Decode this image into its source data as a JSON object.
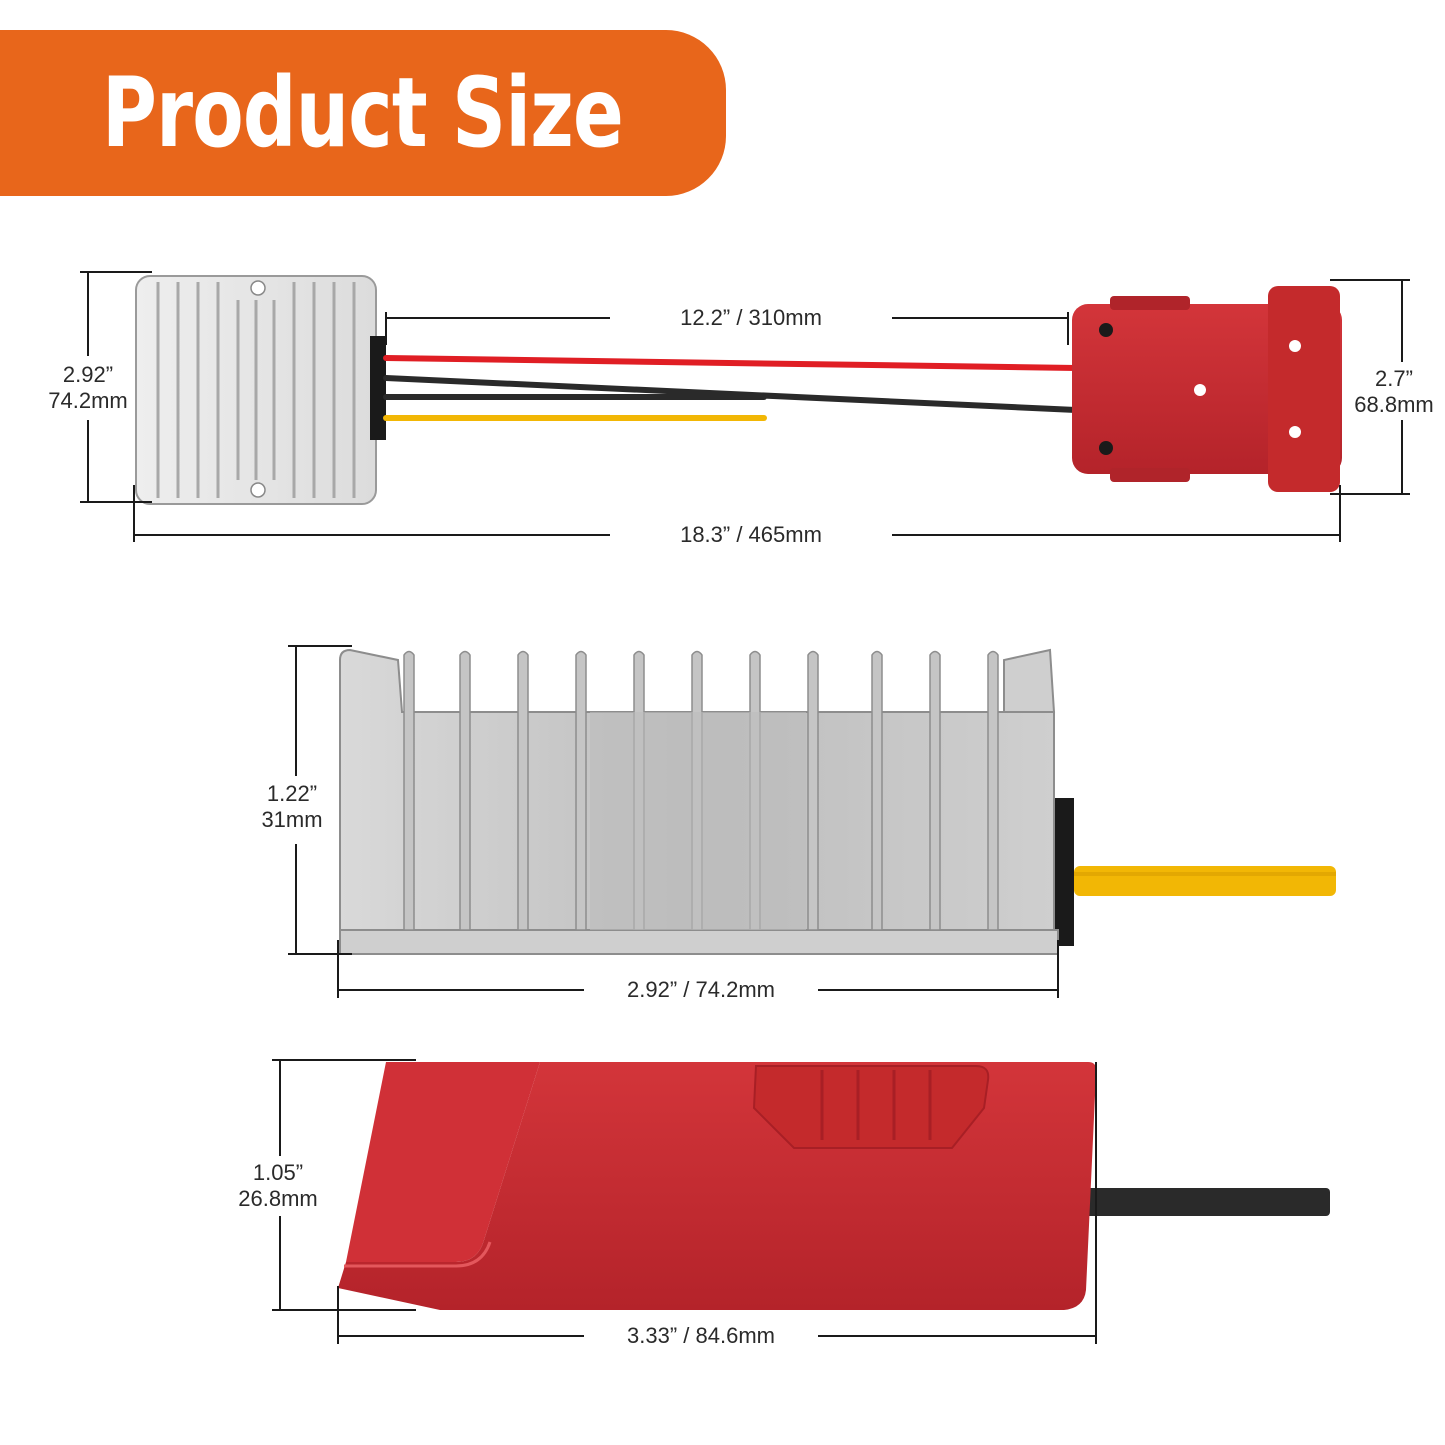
{
  "banner": {
    "title": "Product Size",
    "color": "#E8661B"
  },
  "views": {
    "top": {
      "converter_height": {
        "inch": "2.92”",
        "mm": "74.2mm"
      },
      "cable_length": "12.2” / 310mm",
      "adapter_height": {
        "inch": "2.7”",
        "mm": "68.8mm"
      },
      "total_length": "18.3” / 465mm"
    },
    "converter_side": {
      "height": {
        "inch": "1.22”",
        "mm": "31mm"
      },
      "width": "2.92” / 74.2mm"
    },
    "adapter_side": {
      "height": {
        "inch": "1.05”",
        "mm": "26.8mm"
      },
      "width": "3.33” / 84.6mm"
    }
  },
  "colors": {
    "adapter_red": "#C42A2C",
    "wire_red": "#E01E24",
    "wire_black": "#2A2A2A",
    "wire_yellow": "#F2B705",
    "aluminum": "#C9C9C9"
  }
}
